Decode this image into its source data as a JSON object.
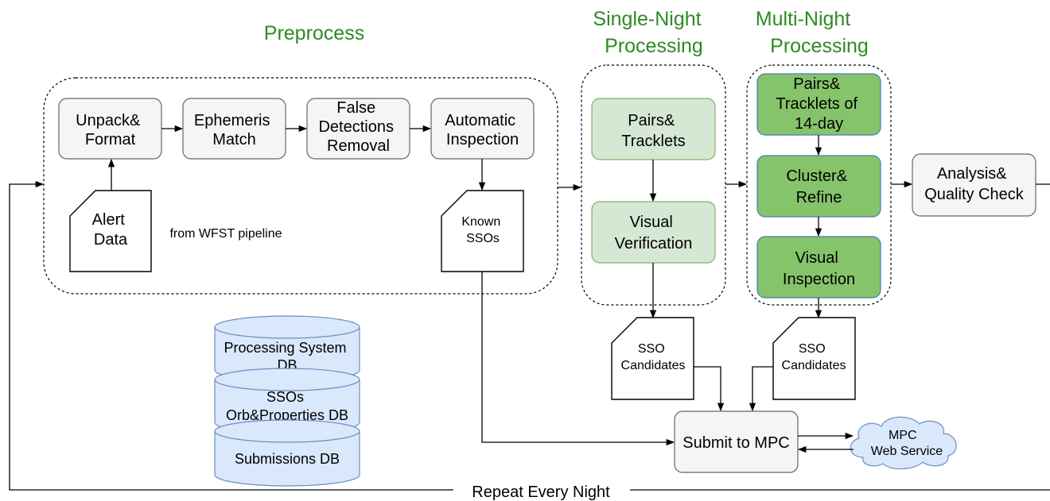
{
  "sections": {
    "preprocess": "Preprocess",
    "single_night": [
      "Single-Night",
      "Processing"
    ],
    "multi_night": [
      "Multi-Night",
      "Processing"
    ]
  },
  "preprocess_steps": {
    "unpack": [
      "Unpack&",
      "Format"
    ],
    "ephemeris": [
      "Ephemeris",
      "Match"
    ],
    "false_det": [
      "False",
      "Detections",
      "Removal"
    ],
    "auto_insp": [
      "Automatic",
      "Inspection"
    ]
  },
  "documents": {
    "alert_data": [
      "Alert",
      "Data"
    ],
    "alert_source": "from WFST pipeline",
    "known_ssos": [
      "Known",
      "SSOs"
    ],
    "sso_candidates_1": [
      "SSO",
      "Candidates"
    ],
    "sso_candidates_2": [
      "SSO",
      "Candidates"
    ]
  },
  "single_steps": {
    "pairs": [
      "Pairs&",
      "Tracklets"
    ],
    "visual": [
      "Visual",
      "Verification"
    ]
  },
  "multi_steps": {
    "pairs14": [
      "Pairs&",
      "Tracklets of",
      "14-day"
    ],
    "cluster": [
      "Cluster&",
      "Refine"
    ],
    "inspection": [
      "Visual",
      "Inspection"
    ]
  },
  "analysis": [
    "Analysis&",
    "Quality Check"
  ],
  "submit": "Submit to MPC",
  "mpc_service": [
    "MPC",
    "Web Service"
  ],
  "databases": {
    "processing": [
      "Processing System",
      "DB"
    ],
    "ssos": [
      "SSOs",
      "Orb&Properties DB"
    ],
    "submissions": [
      "Submissions DB"
    ]
  },
  "loop_label": "Repeat Every Night",
  "colors": {
    "title_green": "#2e8b22",
    "light_green": "#d5e8d4",
    "dark_green": "#85c46a",
    "db_blue": "#dae8fc",
    "grey_box": "#f5f5f5"
  }
}
